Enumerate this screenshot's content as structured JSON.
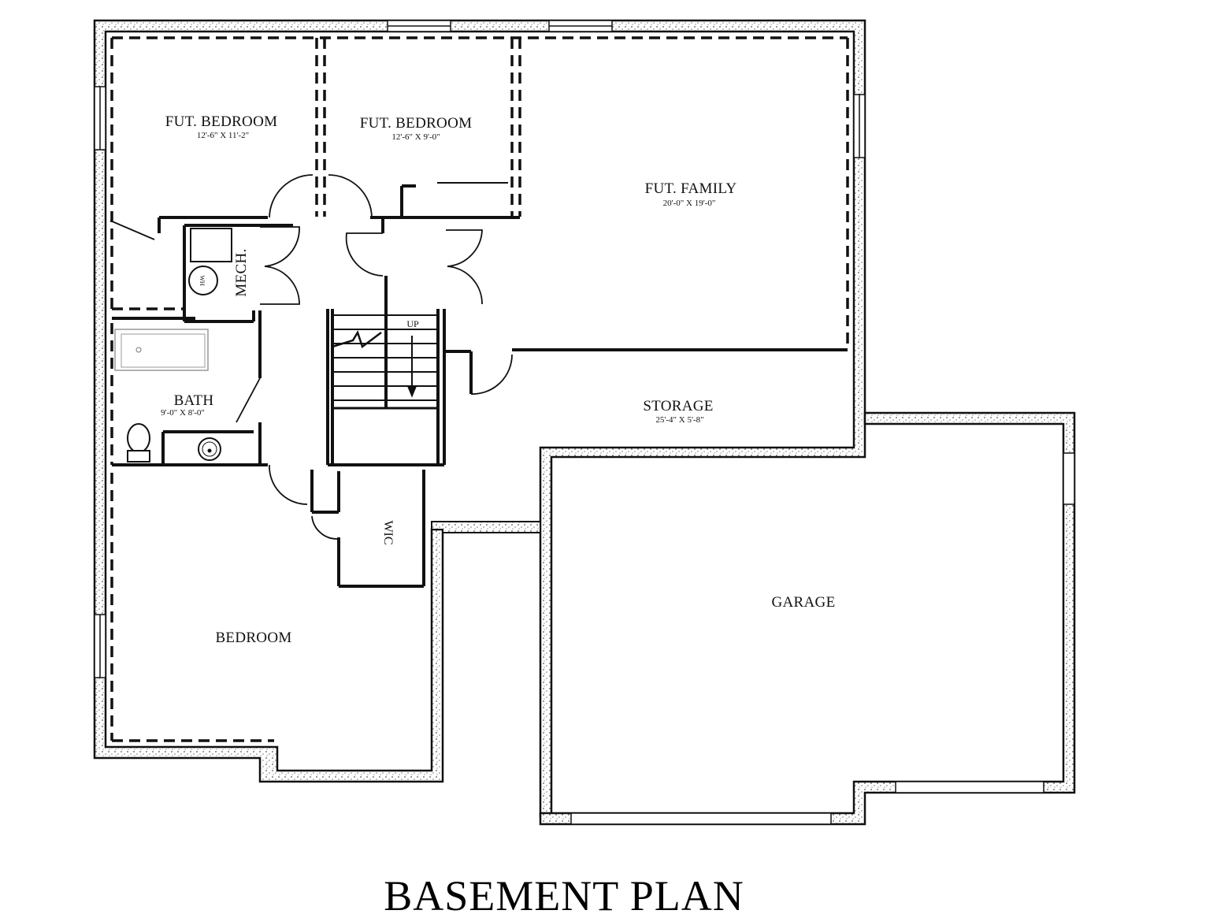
{
  "plan": {
    "title": "BASEMENT PLAN",
    "stair_label": "UP",
    "wall_color": "#111111",
    "background": "#ffffff",
    "foundation_fill": "#d9d9d9"
  },
  "rooms": [
    {
      "id": "fut-bedroom-1",
      "name": "FUT. BEDROOM",
      "dims": "12'-6\" X 11'-2\""
    },
    {
      "id": "fut-bedroom-2",
      "name": "FUT. BEDROOM",
      "dims": "12'-6\" X 9'-0\""
    },
    {
      "id": "fut-family",
      "name": "FUT. FAMILY",
      "dims": "20'-0\" X 19'-0\""
    },
    {
      "id": "mech",
      "name": "MECH.",
      "dims": ""
    },
    {
      "id": "bath",
      "name": "BATH",
      "dims": "9'-0\" X 8'-0\""
    },
    {
      "id": "storage",
      "name": "STORAGE",
      "dims": "25'-4\" X 5'-8\""
    },
    {
      "id": "wic",
      "name": "WIC",
      "dims": ""
    },
    {
      "id": "bedroom",
      "name": "BEDROOM",
      "dims": ""
    },
    {
      "id": "garage",
      "name": "GARAGE",
      "dims": ""
    }
  ],
  "fixtures": {
    "water_heater": "WH"
  }
}
